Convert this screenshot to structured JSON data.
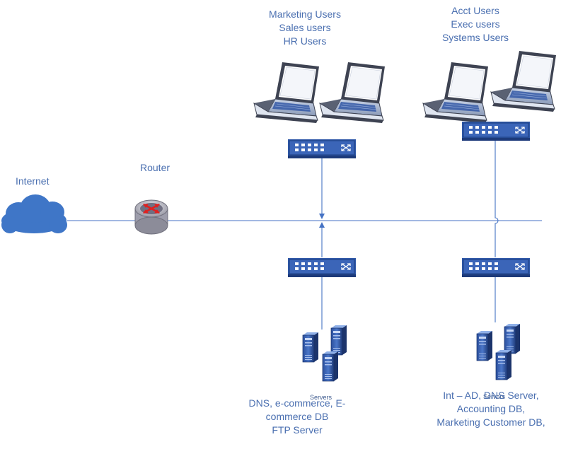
{
  "internet": {
    "label": "Internet"
  },
  "router": {
    "label": "Router"
  },
  "groupA": {
    "lines": [
      "Marketing Users",
      "Sales users",
      "HR Users"
    ]
  },
  "groupB": {
    "lines": [
      "Acct Users",
      "Exec users",
      "Systems Users"
    ]
  },
  "serversA": {
    "icon_label": "Servers",
    "lines": [
      "DNS, e-commerce, E-",
      "commerce DB",
      "FTP Server"
    ]
  },
  "serversB": {
    "icon_label": "Servers",
    "lines": [
      "Int – AD, DNS Server,",
      "Accounting DB,",
      "Marketing Customer DB,"
    ]
  },
  "colors": {
    "link": "#4472c4",
    "text": "#4a6fb0",
    "cloud": "#3f76c7",
    "switch_fill": "#3b5ea8",
    "laptop": "#4a4f5c"
  },
  "icons": [
    "cloud-icon",
    "router-icon",
    "switch-icon",
    "laptop-icon",
    "server-icon"
  ]
}
